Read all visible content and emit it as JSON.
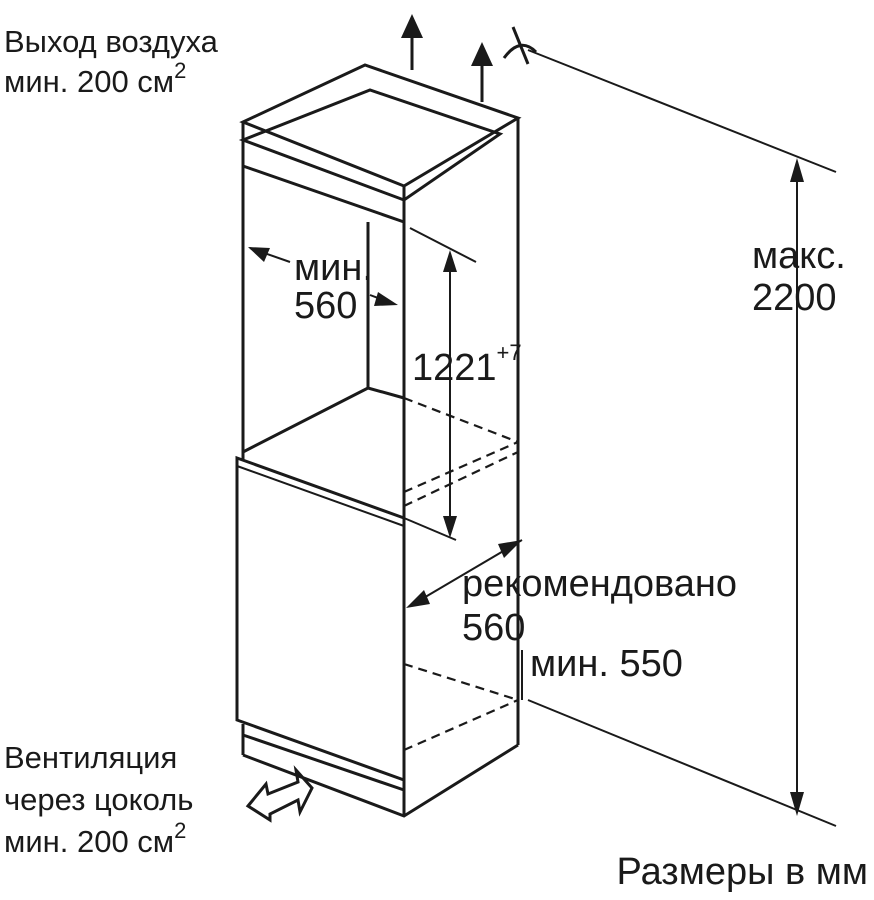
{
  "labels": {
    "air_outlet_line1": "Выход воздуха",
    "air_outlet_line2": "мин. 200 см",
    "air_outlet_sup": "2",
    "niche_width_line1": "мин.",
    "niche_width_line2": "560",
    "niche_height_value": "1221",
    "niche_height_sup": "+7",
    "max_height_line1": "макс.",
    "max_height_line2": "2200",
    "depth_recommended_line1": "рекомендовано",
    "depth_recommended_line2": "560",
    "depth_min": "мин. 550",
    "ventilation_line1": "Вентиляция",
    "ventilation_line2": "через цоколь",
    "ventilation_line3": "мин. 200 см",
    "ventilation_sup": "2",
    "units": "Размеры в мм"
  },
  "colors": {
    "ink": "#1a1a1a",
    "background": "#ffffff"
  }
}
